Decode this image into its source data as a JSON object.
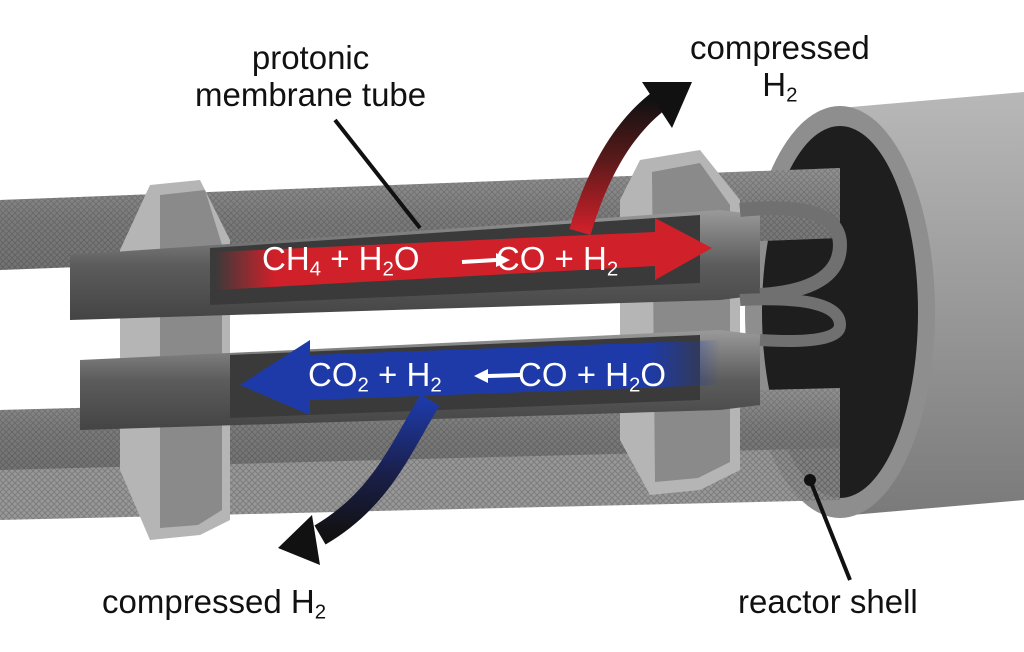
{
  "labels": {
    "membrane_line1": "protonic",
    "membrane_line2": "membrane tube",
    "compressed_top_word": "compressed",
    "compressed_top_base": "H",
    "compressed_top_sub": "2",
    "compressed_bottom_word": "compressed H",
    "compressed_bottom_sub": "2",
    "reactor_shell": "reactor shell"
  },
  "top_reaction": {
    "ch_base": "CH",
    "ch_sub": "4",
    "plus1": "+ H",
    "h2o_sub": "2",
    "o": "O",
    "co_part": "CO + H",
    "h2_sub": "2"
  },
  "bottom_reaction": {
    "co2_base": "CO",
    "co2_sub": "2",
    "plus_h": "+ H",
    "h2_sub": "2",
    "co_h2o": "CO + H",
    "h2o_sub": "2",
    "o": "O"
  },
  "colors": {
    "red_arrow": "#d0202a",
    "blue_arrow": "#1d3aa8",
    "tube": "#6a6a6a",
    "flange": "#8a8a8a",
    "shell": "#9a9a9a"
  }
}
